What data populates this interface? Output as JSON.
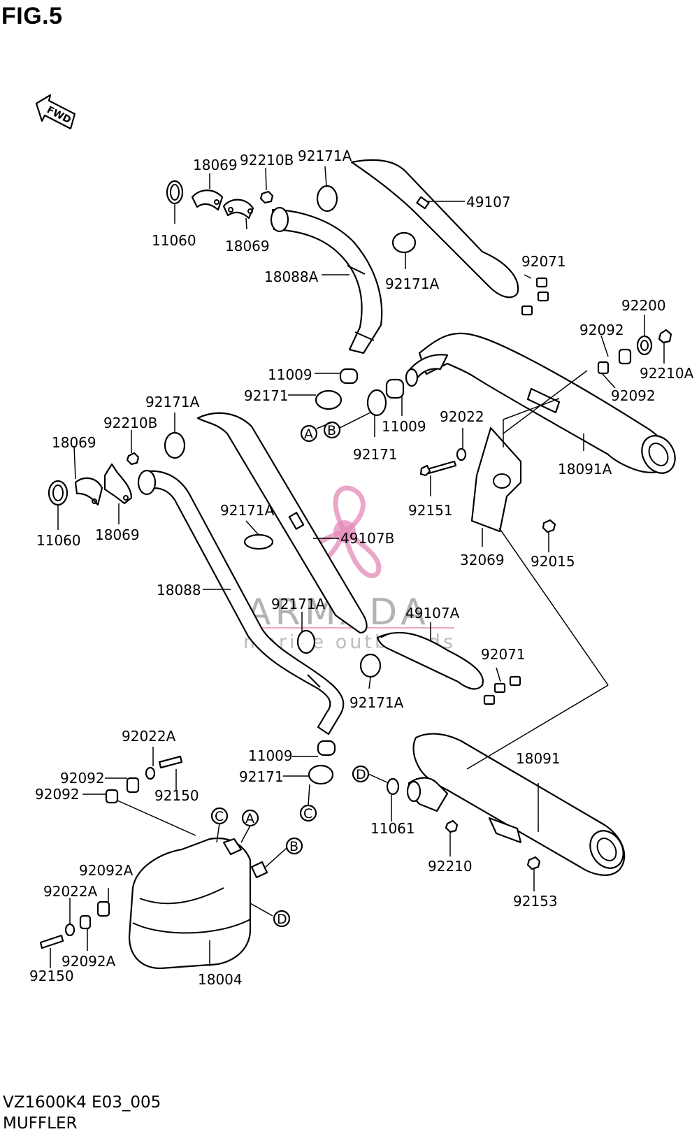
{
  "figure": {
    "title": "FIG.5",
    "model_code": "VZ1600K4 E03_005",
    "section_name": "MUFFLER",
    "direction_label": "FWD"
  },
  "parts": {
    "p11060_top": "11060",
    "p18069_t1": "18069",
    "p92210b_t": "92210B",
    "p92171a_t1": "92171A",
    "p49107": "49107",
    "p18069_t2": "18069",
    "p18088a": "18088A",
    "p92171a_t2": "92171A",
    "p92071_t": "92071",
    "p92200": "92200",
    "p92092_t1": "92092",
    "p92210a": "92210A",
    "p92092_t2": "92092",
    "p11009_t1": "11009",
    "p92171_t1": "92171",
    "p11009_t2": "11009",
    "p92171_t2": "92171",
    "p92022": "92022",
    "p18091a": "18091A",
    "p92151": "92151",
    "p32069": "32069",
    "p92015": "92015",
    "p92171a_m": "92171A",
    "p92210b_m": "92210B",
    "p18069_m1": "18069",
    "p11060_m": "11060",
    "p18069_m2": "18069",
    "p92171a_m2": "92171A",
    "p49107b": "49107B",
    "p18088": "18088",
    "p92171a_m3": "92171A",
    "p49107a": "49107A",
    "p92071_m": "92071",
    "p92171a_m4": "92171A",
    "p92022a_t": "92022A",
    "p92092_b1": "92092",
    "p92150_t": "92150",
    "p92092_b2": "92092",
    "p11009_b": "11009",
    "p92171_b": "92171",
    "p18091": "18091",
    "p11061": "11061",
    "p92210": "92210",
    "p92153": "92153",
    "p92092a_t": "92092A",
    "p92022a_b": "92022A",
    "p92092a_b": "92092A",
    "p92150_b": "92150",
    "p18004": "18004"
  },
  "refs": {
    "A": "A",
    "B": "B",
    "C": "C",
    "D": "D"
  },
  "watermark": {
    "brand": "ARMADA",
    "tagline": "marine outboards",
    "accent_color": "#e58ab8"
  }
}
